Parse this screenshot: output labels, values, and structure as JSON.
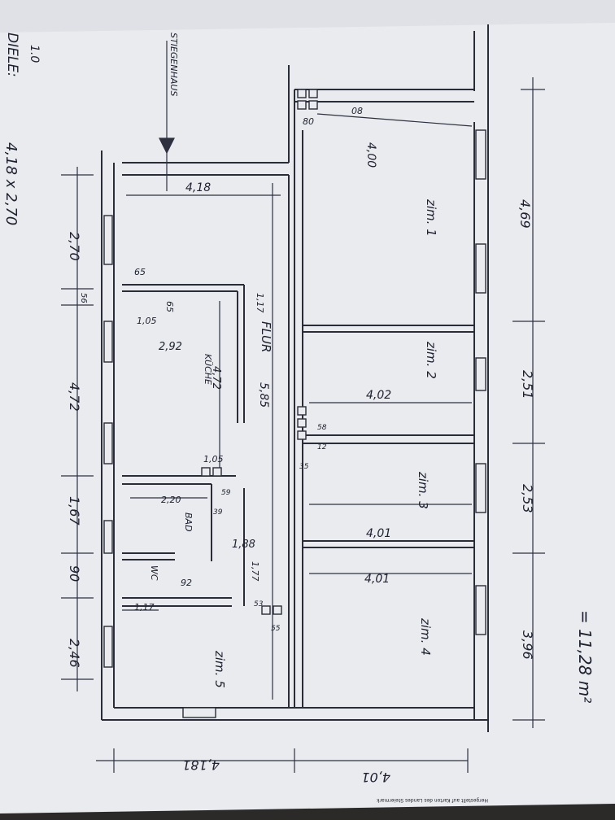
{
  "margin_notes": {
    "top_left": "1.0",
    "dielen_label": "DIELE:",
    "diele_size": "4,18 x 2,70",
    "total": "= 11,28 m²",
    "footer_fine_print": "Hergestellt auf Karton des Landes Steiermark"
  },
  "rooms": {
    "zim1": "zim. 1",
    "zim2": "zim. 2",
    "zim3": "zim. 3",
    "zim4": "zim. 4",
    "zim5": "zim. 5",
    "kueche": "KÜCHE",
    "bad": "BAD",
    "wc": "WC",
    "flur": "FLUR",
    "stiegenhaus": "STIEGENHAUS"
  },
  "dims_outer_right": [
    "4,69",
    "2,51",
    "2,53",
    "3,96"
  ],
  "dims_outer_left": [
    "2,70",
    "56",
    "4,72",
    "1,67",
    "90",
    "2,46"
  ],
  "dims_bottom": [
    "4,181",
    "4,01"
  ],
  "dims_inner": {
    "zim1_width": "4,00",
    "zim1_door": "80",
    "zim1_corner": "08",
    "diele_width": "4,18",
    "diele_small": "65",
    "flur_top": "1,17",
    "kueche_small": "65",
    "kueche_width": "1,05",
    "kueche_depth": "2,92",
    "kueche_len": "4,72",
    "flur_len": "5,85",
    "zim2_width": "4,02",
    "sh1": "58",
    "sh2": "12",
    "sh3": "35",
    "kueche_bottom": "1,05",
    "bad_width": "2,20",
    "bad_small": "59",
    "bad_small2": "39",
    "zim3_width": "4,01",
    "flur_lower": "1,88",
    "zim4_width": "4,01",
    "wc_width": "92",
    "flur_end": "1,77",
    "zim5_width": "1,17",
    "sm1": "53",
    "sm2": "55"
  }
}
